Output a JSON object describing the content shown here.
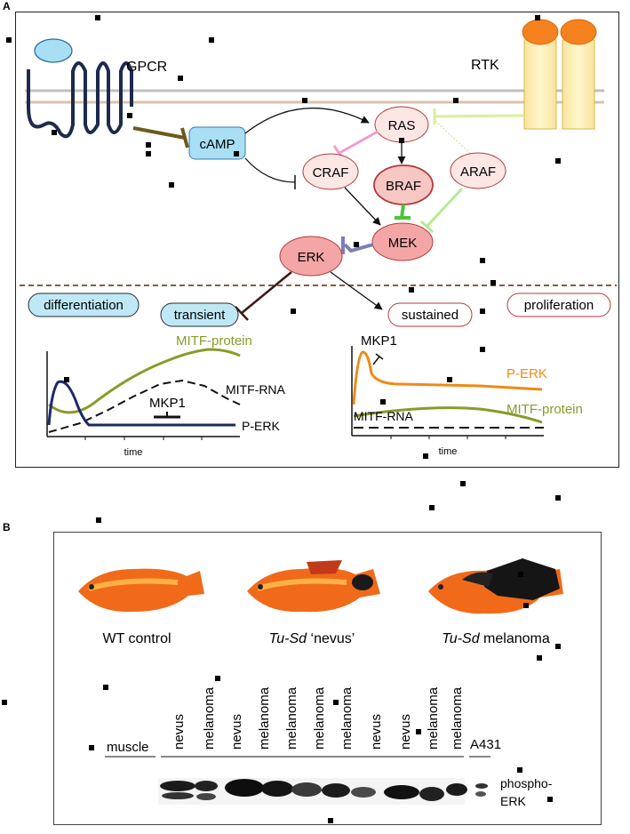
{
  "panelA": {
    "label": "A",
    "receptors": {
      "gpcr": "GPCR",
      "rtk": "RTK"
    },
    "nodes": {
      "camp": "cAMP",
      "ras": "RAS",
      "craf": "CRAF",
      "braf": "BRAF",
      "araf": "ARAF",
      "mek": "MEK",
      "erk": "ERK"
    },
    "outcomes": {
      "differentiation": "differentiation",
      "transient": "transient",
      "sustained": "sustained",
      "proliferation": "proliferation"
    },
    "leftPlot": {
      "xlabel": "time",
      "mitf_protein": "MITF-protein",
      "mitf_rna": "MITF-RNA",
      "mkp1": "MKP1",
      "perk": "P-ERK"
    },
    "rightPlot": {
      "xlabel": "time",
      "mkp1": "MKP1",
      "perk": "P-ERK",
      "mitf_rna": "MITF-RNA",
      "mitf_protein": "MITF-protein"
    },
    "colors": {
      "erk_fill": "#f4a6a6",
      "ras_family_fill": "#fde7e5",
      "braf_fill": "#f7c7c4",
      "node_border": "#b23a3a",
      "camp_fill": "#a9dff5",
      "outcome_blue_fill": "#bfe8f7",
      "olive": "#8a9a2b",
      "orange": "#f08a14",
      "navy": "#1d2a66",
      "rtk_yellow": "#fbedb0",
      "rtk_orange": "#f5821f"
    }
  },
  "panelB": {
    "label": "B",
    "fish": {
      "wt": "WT control",
      "nevus_italic": "Tu-Sd",
      "nevus_rest": " ‘nevus’",
      "melanoma_italic": "Tu-Sd",
      "melanoma_rest": " melanoma"
    },
    "lanes": [
      "muscle",
      "nevus",
      "melanoma",
      "nevus",
      "melanoma",
      "melanoma",
      "melanoma",
      "melanoma",
      "nevus",
      "nevus",
      "melanoma",
      "melanoma",
      "A431"
    ],
    "blot_label_1": "phospho-",
    "blot_label_2": "ERK"
  }
}
